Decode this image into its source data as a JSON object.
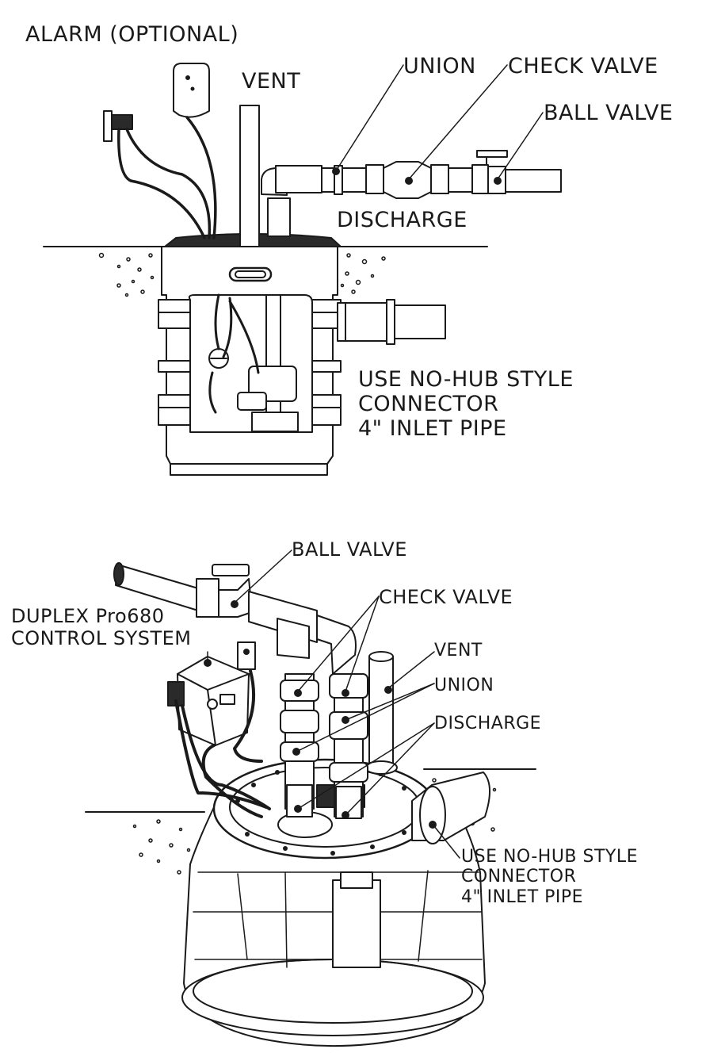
{
  "top_diagram": {
    "alarm_label": "ALARM (OPTIONAL)",
    "vent_label": "VENT",
    "union_label": "UNION",
    "check_valve_label": "CHECK VALVE",
    "ball_valve_label": "BALL VALVE",
    "discharge_label": "DISCHARGE",
    "inlet_note": [
      "USE NO-HUB STYLE",
      "CONNECTOR",
      "4\" INLET PIPE"
    ]
  },
  "bottom_diagram": {
    "ball_valve_label": "BALL VALVE",
    "check_valve_label": "CHECK VALVE",
    "control_system_label": [
      "DUPLEX Pro680",
      "CONTROL SYSTEM"
    ],
    "vent_label": "VENT",
    "union_label": "UNION",
    "discharge_label": "DISCHARGE",
    "inlet_note": [
      "USE NO-HUB STYLE",
      "CONNECTOR",
      "4\" INLET PIPE"
    ]
  },
  "colors": {
    "ink": "#1a1a1a",
    "background": "#ffffff"
  }
}
